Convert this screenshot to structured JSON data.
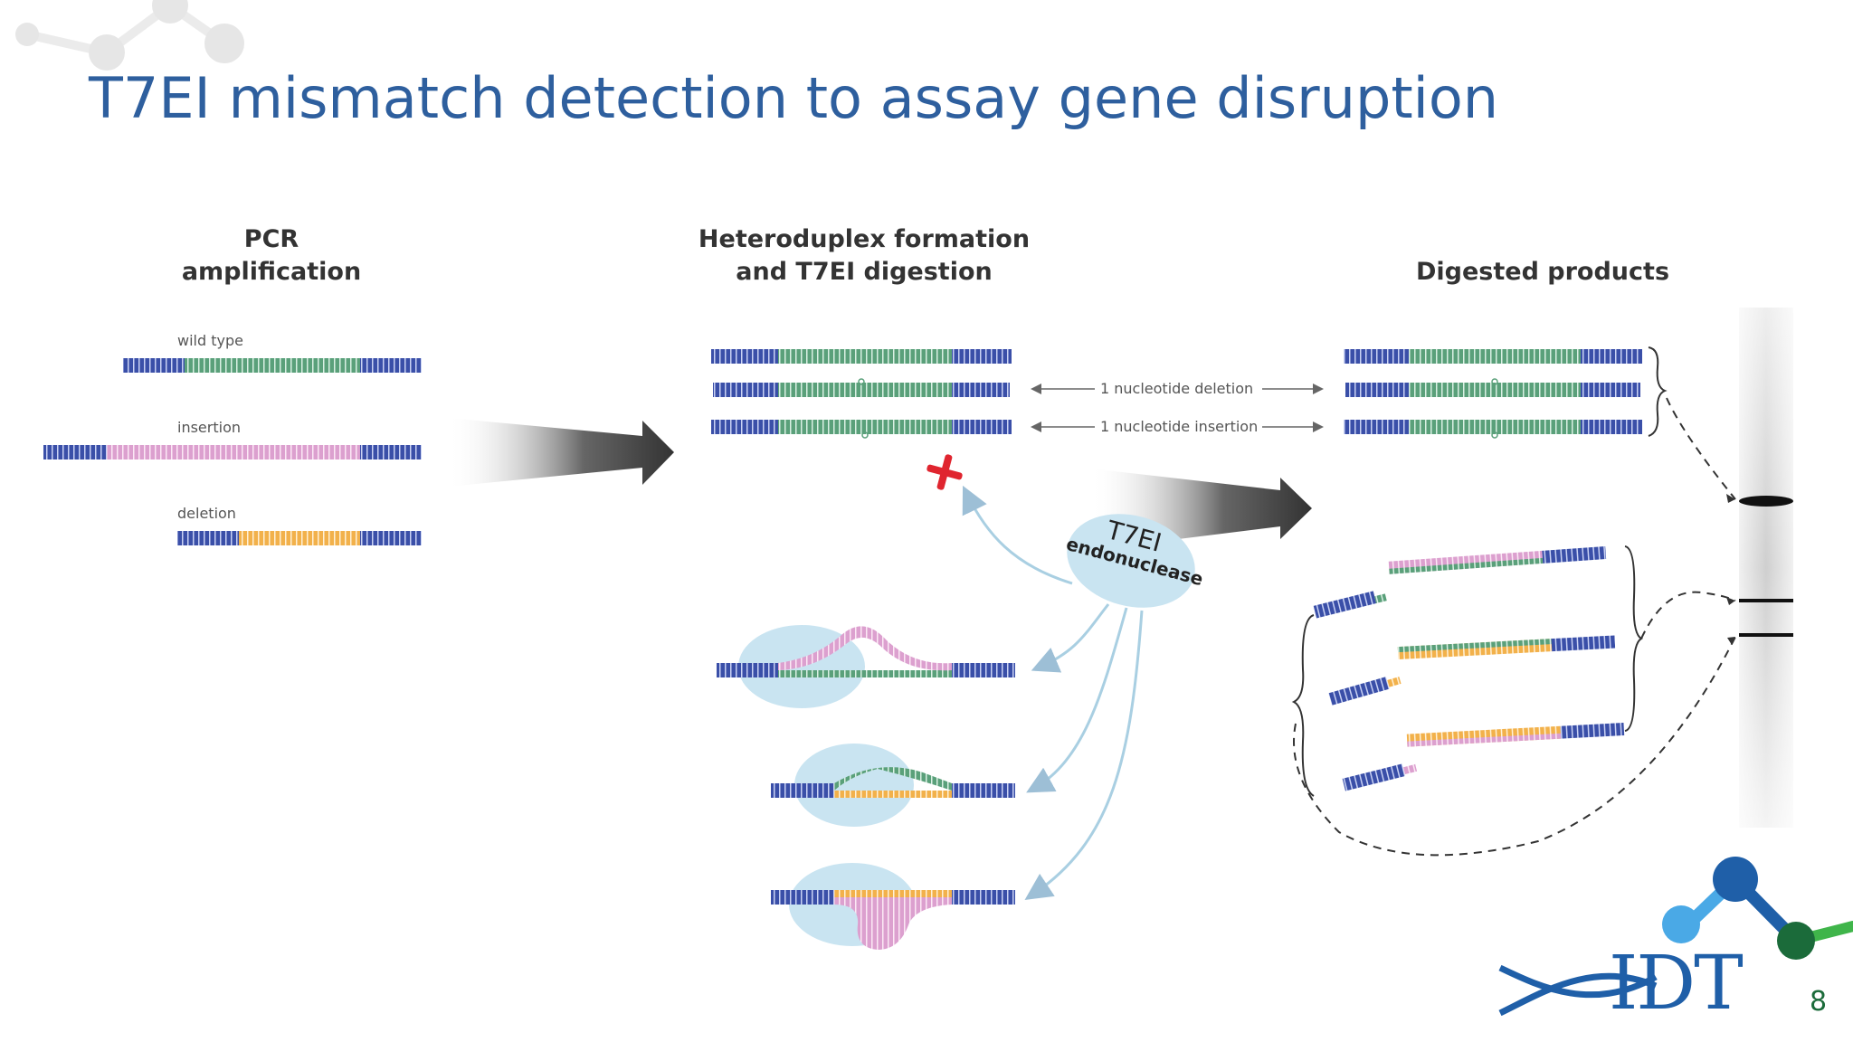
{
  "slide": {
    "title": "T7EI mismatch detection to assay gene disruption",
    "page_number": "8"
  },
  "columns": {
    "pcr": "PCR\namplification",
    "heteroduplex": "Heteroduplex formation\nand T7EI digestion",
    "digested": "Digested products"
  },
  "labels": {
    "wild_type": "wild type",
    "insertion": "insertion",
    "deletion": "deletion",
    "nt_deletion": "1 nucleotide deletion",
    "nt_insertion": "1 nucleotide insertion",
    "enzyme_line1": "T7EI",
    "enzyme_line2": "endonuclease"
  },
  "logo": {
    "text": "IDT"
  },
  "colors": {
    "title": "#2e5f9e",
    "blue_dna": "#3a4fa8",
    "green_dna": "#5aa07a",
    "pink_dna": "#e0a6d2",
    "orange_dna": "#f2b14b",
    "cut_mark": "#e0252f",
    "enzyme": "#c9e4f1",
    "logo_blue": "#1f5fa8",
    "logo_green": "#1b6b3a"
  }
}
